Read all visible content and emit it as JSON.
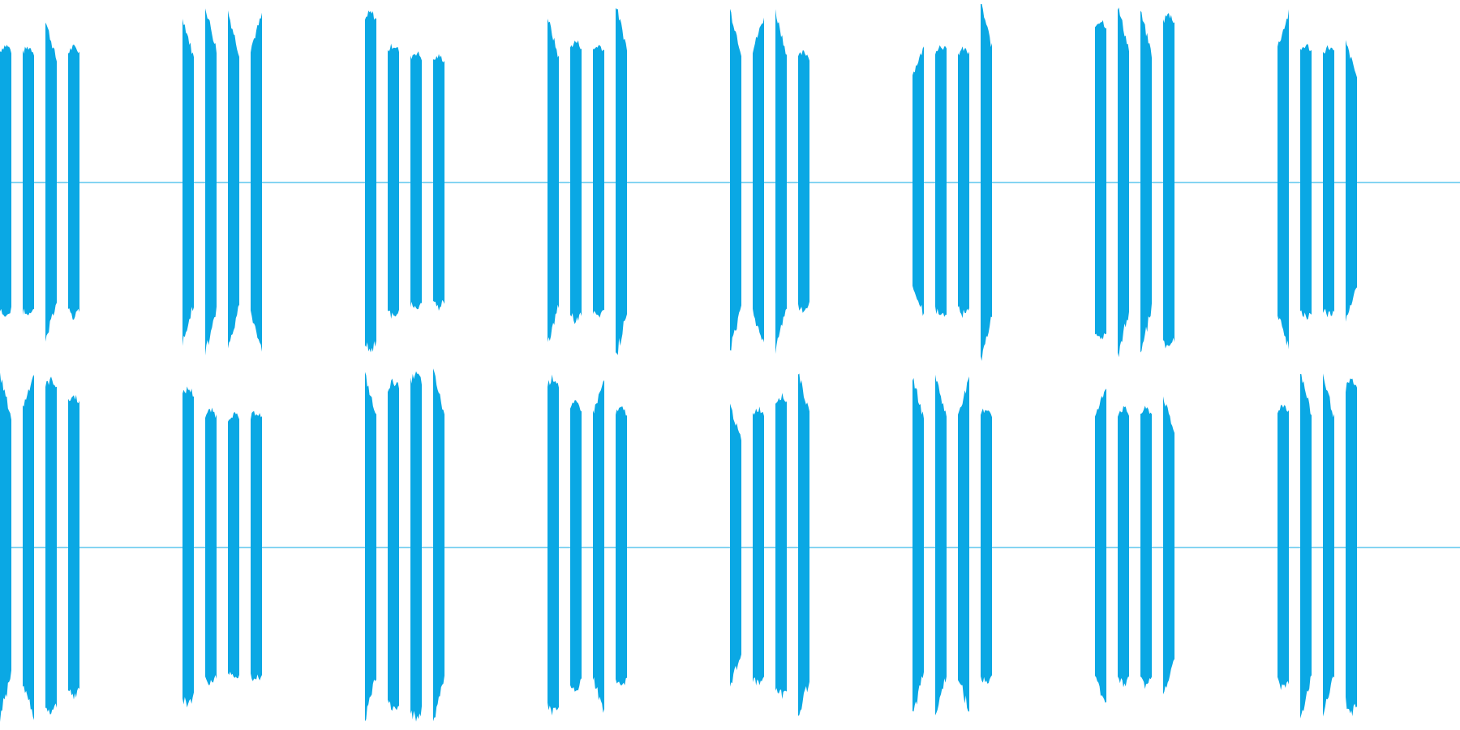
{
  "waveform": {
    "color": "#0aa8e4",
    "background": "#ffffff",
    "channel_count": 2,
    "channels": [
      {
        "name": "",
        "bursts": [
          {
            "pulses": [
              {
                "peak": 0.76,
                "shape": "flat"
              },
              {
                "peak": 0.75,
                "shape": "flat"
              },
              {
                "peak": 0.9,
                "shape": "decay"
              },
              {
                "peak": 0.75,
                "shape": "flat"
              }
            ]
          },
          {
            "pulses": [
              {
                "peak": 0.92,
                "shape": "decay"
              },
              {
                "peak": 0.98,
                "shape": "decay"
              },
              {
                "peak": 0.95,
                "shape": "decay"
              },
              {
                "peak": 0.93,
                "shape": "rise"
              }
            ]
          },
          {
            "pulses": [
              {
                "peak": 0.94,
                "shape": "flat"
              },
              {
                "peak": 0.76,
                "shape": "flat"
              },
              {
                "peak": 0.72,
                "shape": "flat"
              },
              {
                "peak": 0.7,
                "shape": "flat"
              }
            ]
          },
          {
            "pulses": [
              {
                "peak": 0.92,
                "shape": "decay"
              },
              {
                "peak": 0.78,
                "shape": "flat"
              },
              {
                "peak": 0.76,
                "shape": "flat"
              },
              {
                "peak": 0.99,
                "shape": "decay"
              }
            ]
          },
          {
            "pulses": [
              {
                "peak": 0.96,
                "shape": "decay"
              },
              {
                "peak": 0.92,
                "shape": "rise"
              },
              {
                "peak": 0.95,
                "shape": "decay"
              },
              {
                "peak": 0.72,
                "shape": "flat"
              }
            ]
          },
          {
            "pulses": [
              {
                "peak": 0.75,
                "shape": "rise"
              },
              {
                "peak": 0.76,
                "shape": "flat"
              },
              {
                "peak": 0.74,
                "shape": "flat"
              },
              {
                "peak": 1.0,
                "shape": "decay"
              }
            ]
          },
          {
            "pulses": [
              {
                "peak": 0.9,
                "shape": "flat"
              },
              {
                "peak": 0.98,
                "shape": "decay"
              },
              {
                "peak": 0.95,
                "shape": "decay"
              },
              {
                "peak": 0.93,
                "shape": "flat"
              }
            ]
          },
          {
            "pulses": [
              {
                "peak": 0.94,
                "shape": "rise"
              },
              {
                "peak": 0.76,
                "shape": "flat"
              },
              {
                "peak": 0.75,
                "shape": "flat"
              },
              {
                "peak": 0.78,
                "shape": "decay"
              }
            ]
          }
        ]
      },
      {
        "name": "",
        "bursts": [
          {
            "pulses": [
              {
                "peak": 0.96,
                "shape": "decay"
              },
              {
                "peak": 0.97,
                "shape": "rise"
              },
              {
                "peak": 0.93,
                "shape": "flat"
              },
              {
                "peak": 0.84,
                "shape": "flat"
              }
            ]
          },
          {
            "pulses": [
              {
                "peak": 0.88,
                "shape": "flat"
              },
              {
                "peak": 0.76,
                "shape": "flat"
              },
              {
                "peak": 0.74,
                "shape": "flat"
              },
              {
                "peak": 0.75,
                "shape": "flat"
              }
            ]
          },
          {
            "pulses": [
              {
                "peak": 0.96,
                "shape": "decay"
              },
              {
                "peak": 0.92,
                "shape": "flat"
              },
              {
                "peak": 0.96,
                "shape": "flat"
              },
              {
                "peak": 0.98,
                "shape": "decay"
              }
            ]
          },
          {
            "pulses": [
              {
                "peak": 0.94,
                "shape": "flat"
              },
              {
                "peak": 0.8,
                "shape": "flat"
              },
              {
                "peak": 0.93,
                "shape": "rise"
              },
              {
                "peak": 0.77,
                "shape": "flat"
              }
            ]
          },
          {
            "pulses": [
              {
                "peak": 0.79,
                "shape": "decay"
              },
              {
                "peak": 0.77,
                "shape": "flat"
              },
              {
                "peak": 0.84,
                "shape": "flat"
              },
              {
                "peak": 0.98,
                "shape": "decay"
              }
            ]
          },
          {
            "pulses": [
              {
                "peak": 0.95,
                "shape": "decay"
              },
              {
                "peak": 0.96,
                "shape": "decay"
              },
              {
                "peak": 0.93,
                "shape": "rise"
              },
              {
                "peak": 0.77,
                "shape": "flat"
              }
            ]
          },
          {
            "pulses": [
              {
                "peak": 0.9,
                "shape": "rise"
              },
              {
                "peak": 0.77,
                "shape": "flat"
              },
              {
                "peak": 0.77,
                "shape": "flat"
              },
              {
                "peak": 0.84,
                "shape": "decay"
              }
            ]
          },
          {
            "pulses": [
              {
                "peak": 0.79,
                "shape": "flat"
              },
              {
                "peak": 0.98,
                "shape": "decay"
              },
              {
                "peak": 0.96,
                "shape": "decay"
              },
              {
                "peak": 0.92,
                "shape": "flat"
              }
            ]
          }
        ]
      }
    ]
  }
}
